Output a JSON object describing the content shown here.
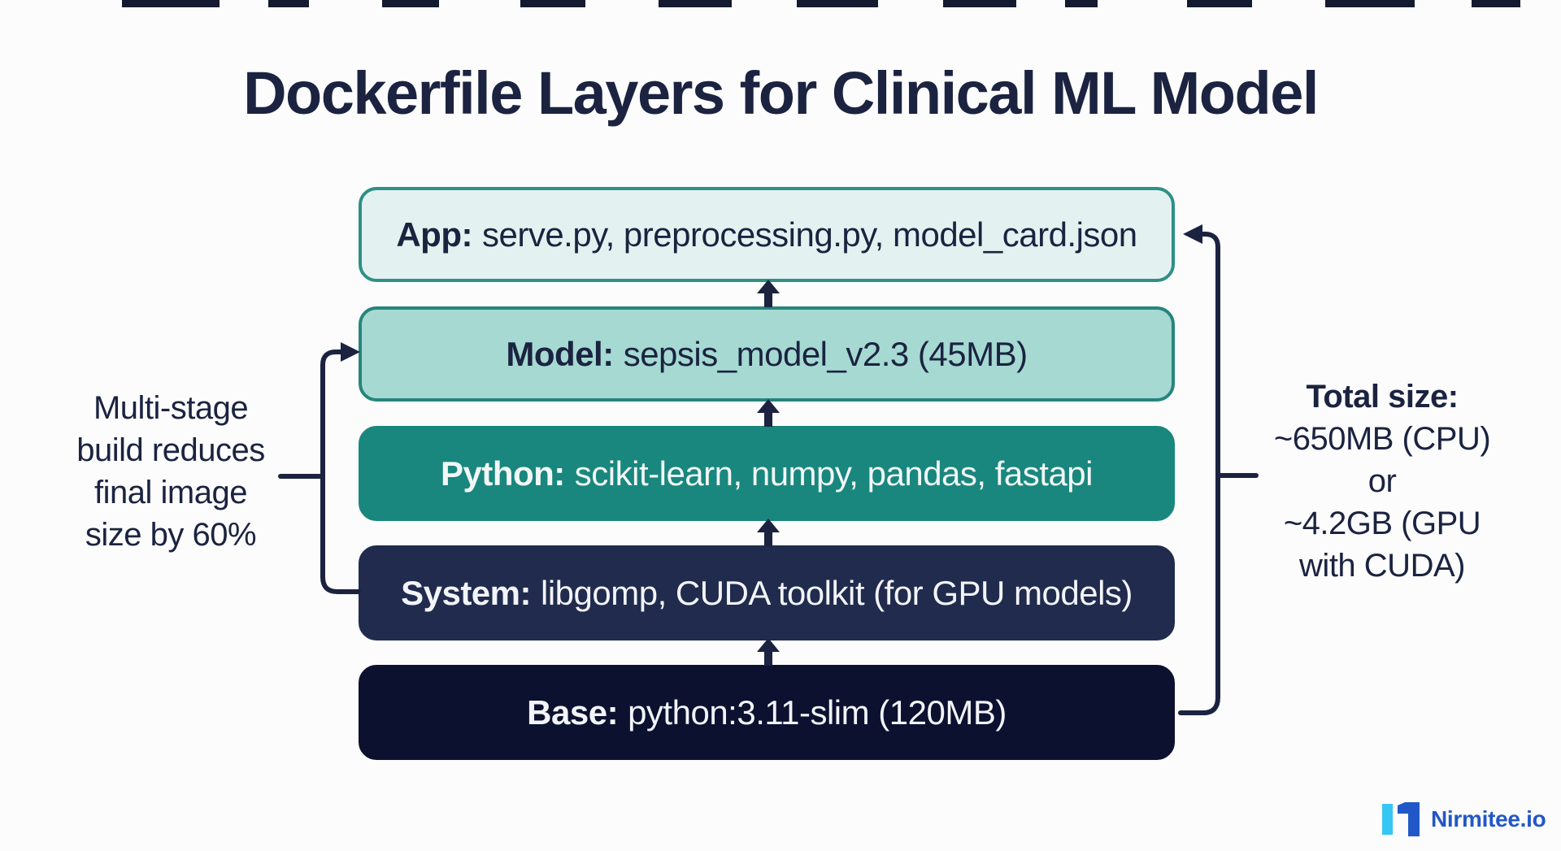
{
  "title": "Dockerfile Layers for Clinical ML Model",
  "layers": [
    {
      "name": "App",
      "label": "App:",
      "detail": "serve.py, preprocessing.py, model_card.json",
      "fill": "#e3f2f0",
      "border": "#2e9087",
      "text_color": "#1b2340"
    },
    {
      "name": "Model",
      "label": "Model:",
      "detail": "sepsis_model_v2.3 (45MB)",
      "fill": "#a5d9d2",
      "border": "#26857c",
      "text_color": "#1b2340"
    },
    {
      "name": "Python",
      "label": "Python:",
      "detail": "scikit-learn, numpy, pandas, fastapi",
      "fill": "#19877e",
      "border": "#19877e",
      "text_color": "#f2f7f6"
    },
    {
      "name": "System",
      "label": "System:",
      "detail": "libgomp, CUDA toolkit (for GPU models)",
      "fill": "#202b4d",
      "border": "#202b4d",
      "text_color": "#f2f4f8"
    },
    {
      "name": "Base",
      "label": "Base:",
      "detail": "python:3.11-slim (120MB)",
      "fill": "#0d1130",
      "border": "#0d1130",
      "text_color": "#f2f4f8"
    }
  ],
  "left_annotation": {
    "lines": [
      "Multi-stage",
      "build reduces",
      "final image",
      "size by 60%"
    ]
  },
  "right_annotation": {
    "heading": "Total size:",
    "lines": [
      "~650MB (CPU)",
      "or",
      "~4.2GB (GPU",
      "with CUDA)"
    ]
  },
  "logo": {
    "text": "Nirmitee.io",
    "cyan": "#36c6f4",
    "blue": "#2257c8"
  },
  "colors": {
    "ink": "#1b2340",
    "background": "#fcfcfc"
  }
}
